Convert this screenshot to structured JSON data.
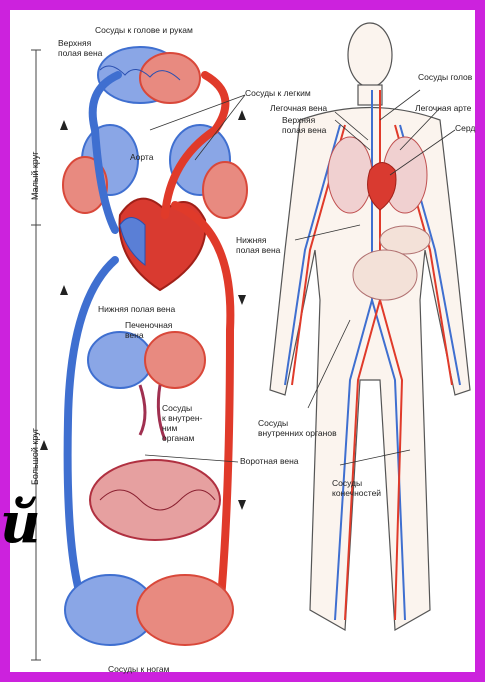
{
  "colors": {
    "frame": "#cc22dd",
    "artery": "#e03a2a",
    "vein": "#3f6fd0",
    "capillary_red": "#d9483a",
    "capillary_blue": "#5a7fd6"
  },
  "scheme": {
    "top_vessels": "Сосуды к голове и рукам",
    "superior_vena_cava": "Верхняя\nполая вена",
    "lung_vessels": "Сосуды к легким",
    "aorta": "Аорта",
    "inferior_vena_cava": "Нижняя полая вена",
    "hepatic_vein": "Печеночная\nвена",
    "internal_organs_vessels": "Сосуды\nк внутрен-\nним\nорганам",
    "portal_vein": "Воротная вена",
    "leg_vessels": "Сосуды к ногам",
    "small_circle": "Малый круг",
    "big_circle": "Большой круг"
  },
  "body": {
    "head_vessels": "Сосуды голов",
    "pulmonary_vein": "Легочная вена",
    "pulmonary_artery": "Легочная арте",
    "superior_vena_cava": "Верхняя\nполая вена",
    "heart": "Серд",
    "inferior_vena_cava": "Нижняя\nполая вена",
    "internal_organs_vessels": "Сосуды\nвнутренних органов",
    "limb_vessels": "Сосуды\nконечностей"
  },
  "stray_glyph": "й"
}
